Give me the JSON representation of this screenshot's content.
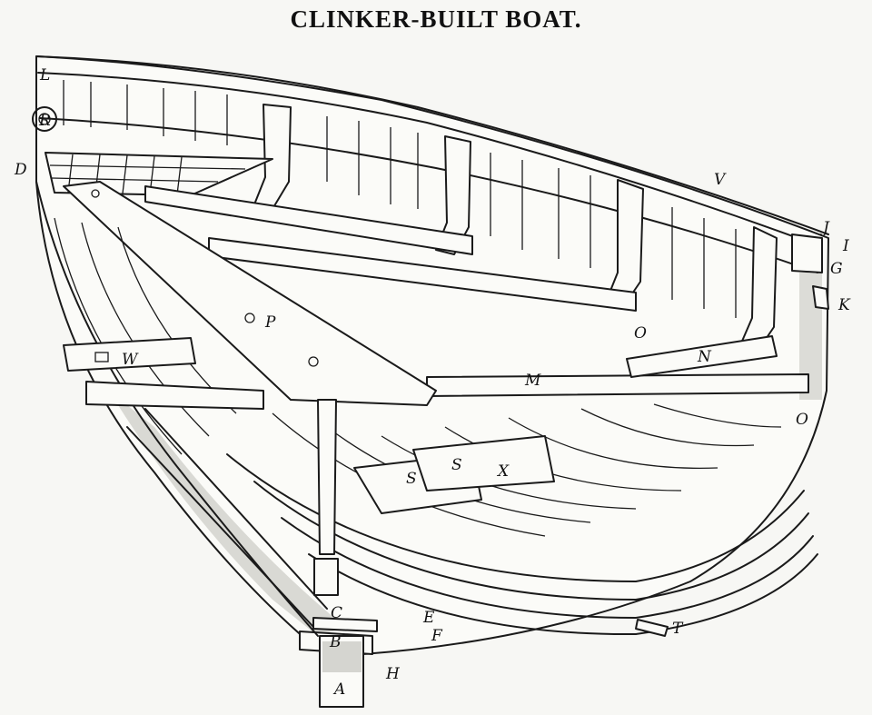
{
  "title": "CLINKER-BUILT BOAT.",
  "labels": {
    "A": "A",
    "B": "B",
    "C": "C",
    "D": "D",
    "E": "E",
    "F": "F",
    "G": "G",
    "H": "H",
    "I": "I",
    "J": "J",
    "K": "K",
    "L": "L",
    "M": "M",
    "N": "N",
    "O1": "O",
    "O2": "O",
    "P": "P",
    "R": "R",
    "S1": "S",
    "S2": "S",
    "T": "T",
    "V": "V",
    "W": "W",
    "X": "X"
  }
}
